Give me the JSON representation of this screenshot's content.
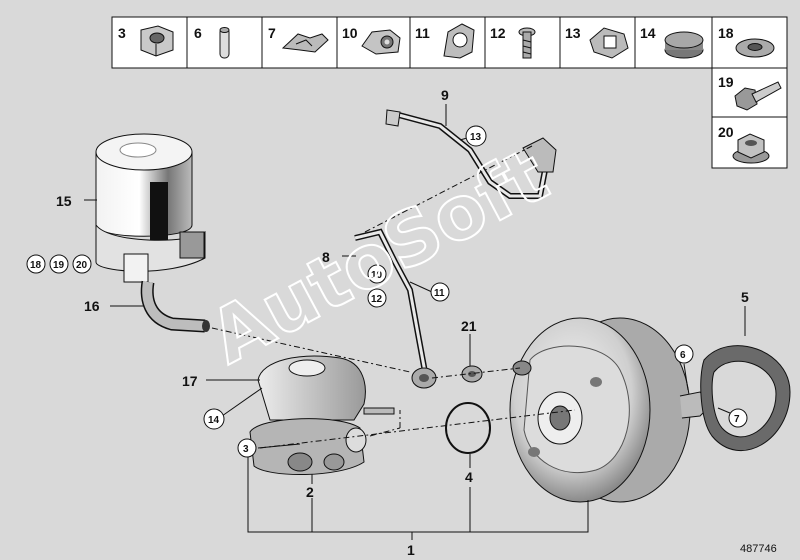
{
  "parts_strip": [
    {
      "num": "3",
      "icon": "nut-icon"
    },
    {
      "num": "6",
      "icon": "pin-icon"
    },
    {
      "num": "7",
      "icon": "clip-icon"
    },
    {
      "num": "10",
      "icon": "bracket-icon"
    },
    {
      "num": "11",
      "icon": "holder-icon"
    },
    {
      "num": "12",
      "icon": "screw-icon"
    },
    {
      "num": "13",
      "icon": "clamp-icon"
    },
    {
      "num": "14",
      "icon": "cap-seal-icon"
    },
    {
      "num": "18",
      "icon": "washer-icon"
    }
  ],
  "parts_column": [
    {
      "num": "19",
      "icon": "bolt-icon"
    },
    {
      "num": "20",
      "icon": "flange-nut-icon"
    }
  ],
  "callouts": {
    "c1": "1",
    "c2": "2",
    "c3": "3",
    "c4": "4",
    "c5": "5",
    "c6": "6",
    "c7": "7",
    "c8": "8",
    "c9": "9",
    "c10": "10",
    "c11": "11",
    "c12": "12",
    "c13": "13",
    "c14": "14",
    "c15": "15",
    "c16": "16",
    "c17": "17",
    "c18": "18",
    "c19": "19",
    "c20": "20",
    "c21": "21"
  },
  "watermark": "AutoSoft",
  "diagram_code": "487746",
  "colors": {
    "background": "#d9d9d9",
    "cell": "#ffffff",
    "line": "#111111"
  }
}
